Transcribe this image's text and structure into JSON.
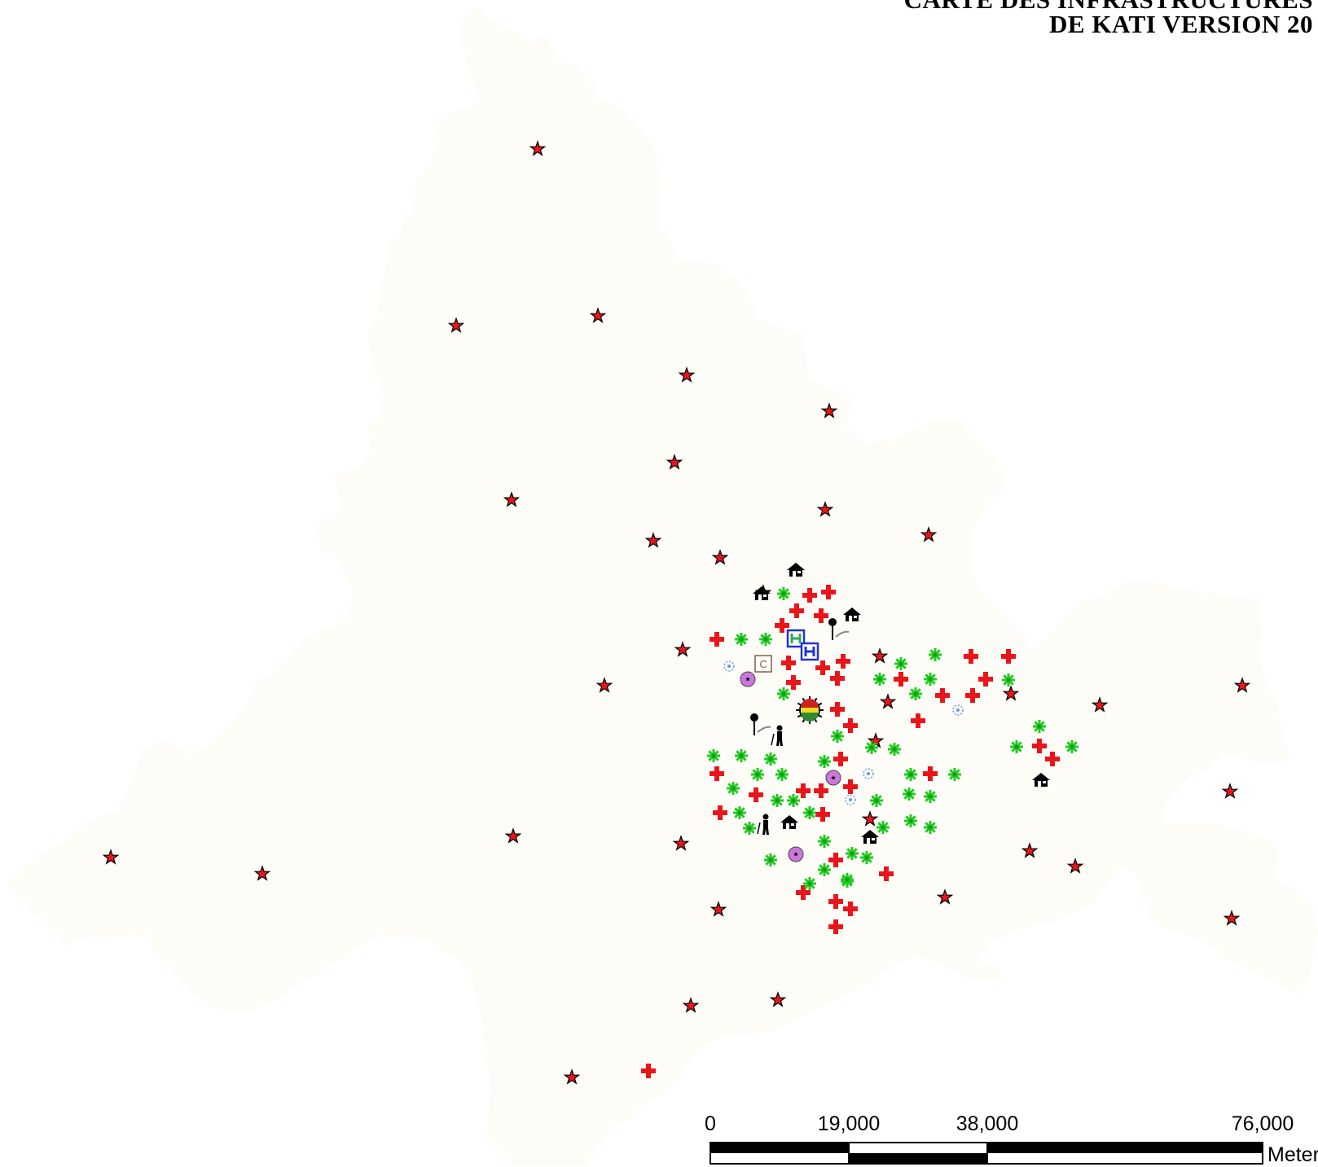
{
  "map": {
    "title_lines": [
      "CARTE DES INFRASTRUCTURES",
      "DE KATI VERSION 20"
    ],
    "colors": {
      "boundary": "#000000",
      "fill": "#fdfcf7",
      "stipple": "#e9d9a8",
      "star": "#e8161b",
      "cross": "#e8161b",
      "green_marker": "#22cc22",
      "blue_marker": "#2233cc",
      "purple_marker": "#cc77dd"
    },
    "legend_symbols": [
      "red-star-icon",
      "red-cross-icon",
      "green-asterisk-icon",
      "house-icon",
      "hospital-icon",
      "purple-circle-star-icon",
      "blue-snowflake-icon",
      "tree-icon",
      "person-icon",
      "letter-c-box-icon",
      "sun-emblem-icon"
    ]
  },
  "scale_bar": {
    "ticks": [
      "0",
      "19,000",
      "38,000",
      "76,000"
    ],
    "tick_values": [
      0,
      19000,
      38000,
      76000
    ],
    "unit": "Meters"
  }
}
